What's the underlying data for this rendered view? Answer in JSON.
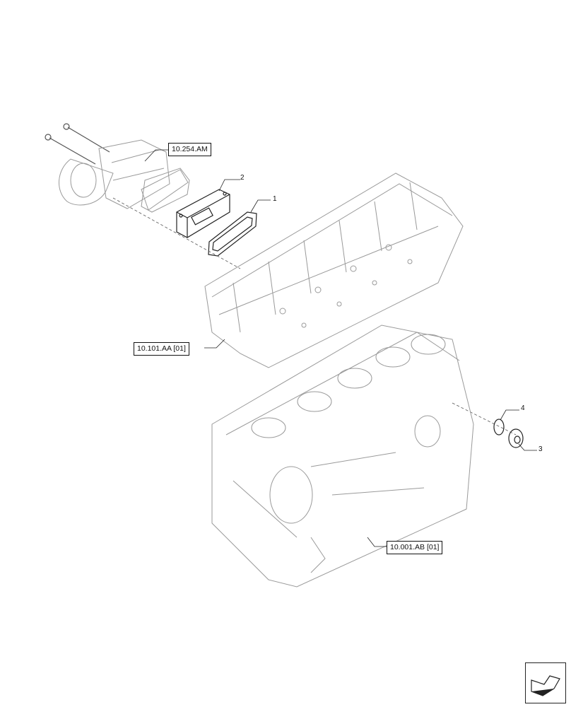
{
  "references": {
    "fuel_module": "10.254.AM",
    "cylinder_head": "10.101.AA [01]",
    "engine_block": "10.001.AB [01]"
  },
  "callouts": {
    "gasket": "1",
    "cover_plate": "2",
    "plug": "3",
    "seal_ring": "4"
  },
  "icons": {
    "navigation": "next-page-arrow-icon"
  },
  "colors": {
    "line": "#222222",
    "light_line": "#9a9a9a",
    "background": "#ffffff"
  }
}
